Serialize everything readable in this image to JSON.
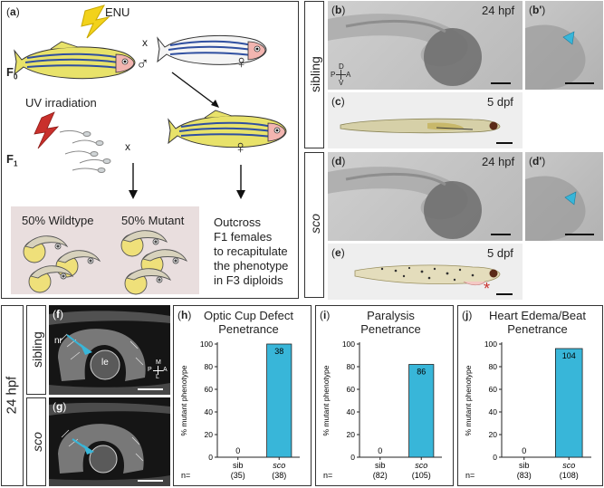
{
  "panel_a": {
    "letter": "a",
    "enu": "ENU",
    "cross_x1": "x",
    "cross_x2": "x",
    "male": "♂",
    "female1": "♀",
    "female2": "♀",
    "f0": "F",
    "f0_sub": "0",
    "f1": "F",
    "f1_sub": "1",
    "uv": "UV irradiation",
    "wildtype": "50% Wildtype",
    "mutant": "50% Mutant",
    "outcross_lines": [
      "Outcross",
      "F1 females",
      "to recapitulate",
      "the phenotype",
      "in F3 diploids"
    ],
    "colors": {
      "lightning": "#f2d21b",
      "uv_bolt": "#c9302c",
      "fish_stripe": "#2f4fa0",
      "fish_body": "#e8e26a",
      "box_bg": "#e9dede",
      "yolk": "#efe07a"
    }
  },
  "sibling_label": "sibling",
  "sco_label": "sco",
  "panel_b": {
    "letter": "b",
    "stage": "24 hpf",
    "axis_d": "D",
    "axis_v": "V",
    "axis_p": "P",
    "axis_a": "A"
  },
  "panel_b2": {
    "letter": "b'"
  },
  "panel_c": {
    "letter": "c",
    "stage": "5 dpf"
  },
  "panel_d": {
    "letter": "d",
    "stage": "24 hpf"
  },
  "panel_d2": {
    "letter": "d'"
  },
  "panel_e": {
    "letter": "e",
    "stage": "5 dpf",
    "asterisk": "*"
  },
  "stage_label": "24 hpf",
  "panel_f": {
    "letter": "f",
    "nr": "nr",
    "le": "le",
    "axis_m": "M",
    "axis_l": "L",
    "axis_p": "P",
    "axis_a": "A"
  },
  "panel_g": {
    "letter": "g"
  },
  "chart_data": [
    {
      "panel": "h",
      "type": "bar",
      "title": "Optic Cup Defect Penetrance",
      "title_lines": [
        "Optic Cup Defect",
        "Penetrance"
      ],
      "ylabel": "% mutant phenotype",
      "ylim": [
        0,
        100
      ],
      "yticks": [
        0,
        20,
        40,
        60,
        80,
        100
      ],
      "categories": [
        "sib",
        "sco"
      ],
      "n_values": [
        "(35)",
        "(38)"
      ],
      "values": [
        0,
        100
      ],
      "data_labels": [
        "0",
        "38"
      ],
      "n_label": "n=",
      "bar_color": "#38b6d9"
    },
    {
      "panel": "i",
      "type": "bar",
      "title": "Paralysis Penetrance",
      "title_lines": [
        "Paralysis",
        "Penetrance"
      ],
      "ylabel": "% mutant phenotype",
      "ylim": [
        0,
        100
      ],
      "yticks": [
        0,
        20,
        40,
        60,
        80,
        100
      ],
      "categories": [
        "sib",
        "sco"
      ],
      "n_values": [
        "(82)",
        "(105)"
      ],
      "values": [
        0,
        82
      ],
      "data_labels": [
        "0",
        "86"
      ],
      "n_label": "n=",
      "bar_color": "#38b6d9"
    },
    {
      "panel": "j",
      "type": "bar",
      "title": "Heart Edema/Beat Penetrance",
      "title_lines": [
        "Heart Edema/Beat",
        "Penetrance"
      ],
      "ylabel": "% mutant phenotype",
      "ylim": [
        0,
        100
      ],
      "yticks": [
        0,
        20,
        40,
        60,
        80,
        100
      ],
      "categories": [
        "sib",
        "sco"
      ],
      "n_values": [
        "(83)",
        "(108)"
      ],
      "values": [
        0,
        96
      ],
      "data_labels": [
        "0",
        "104"
      ],
      "n_label": "n=",
      "bar_color": "#38b6d9"
    }
  ]
}
